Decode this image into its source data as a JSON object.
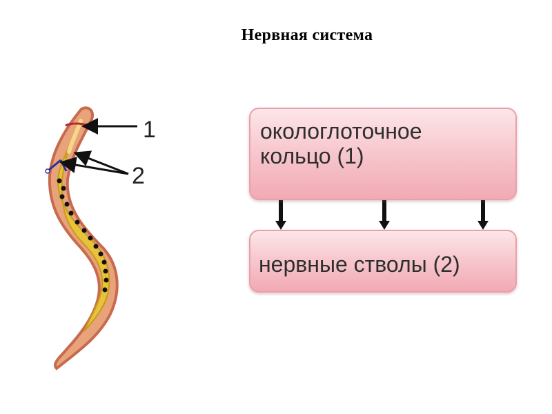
{
  "title": "Нервная система",
  "diagram": {
    "labels": [
      "1",
      "2"
    ],
    "box_ring": {
      "line1": "окологлоточное",
      "line2": "кольцо (1)"
    },
    "box_trunks": {
      "text": "нервные стволы (2)"
    },
    "arrow_count": 3
  },
  "colors": {
    "box_fill": "#f7c9cf",
    "box_border": "#e9a0aa",
    "worm_outer": "#c86a4e",
    "worm_body": "#e8a37a",
    "worm_gut": "#e8c23a",
    "nerve_ring": "#b52a2a",
    "nerve_trunk": "#2b2f9c"
  }
}
